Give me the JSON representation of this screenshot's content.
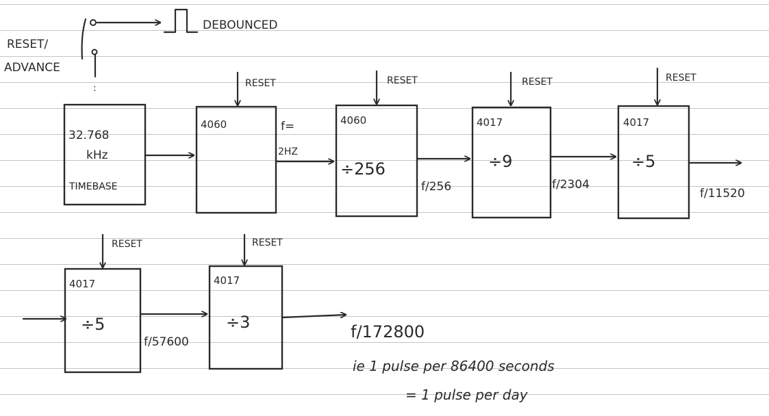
{
  "switch": {
    "label_line1": "RESET/",
    "label_line2": "ADVANCE",
    "output_label": "DEBOUNCED"
  },
  "reset_label": "RESET",
  "timebase": {
    "freq_line1": "32.768",
    "freq_line2": "kHz",
    "label": "TIMEBASE"
  },
  "row1": {
    "chips": [
      {
        "part": "4060",
        "op": ""
      },
      {
        "part": "4060",
        "op": "÷256"
      },
      {
        "part": "4017",
        "op": "÷9"
      },
      {
        "part": "4017",
        "op": "÷5"
      }
    ],
    "outputs": [
      "f=",
      "2HZ",
      "f/256",
      "f/2304",
      "f/11520"
    ]
  },
  "row2": {
    "chips": [
      {
        "part": "4017",
        "op": "÷5"
      },
      {
        "part": "4017",
        "op": "÷3"
      }
    ],
    "outputs": [
      "f/57600"
    ]
  },
  "result": {
    "line1": "f/172800",
    "line2": "ie 1 pulse per 86400 seconds",
    "line3": "= 1 pulse per day"
  }
}
